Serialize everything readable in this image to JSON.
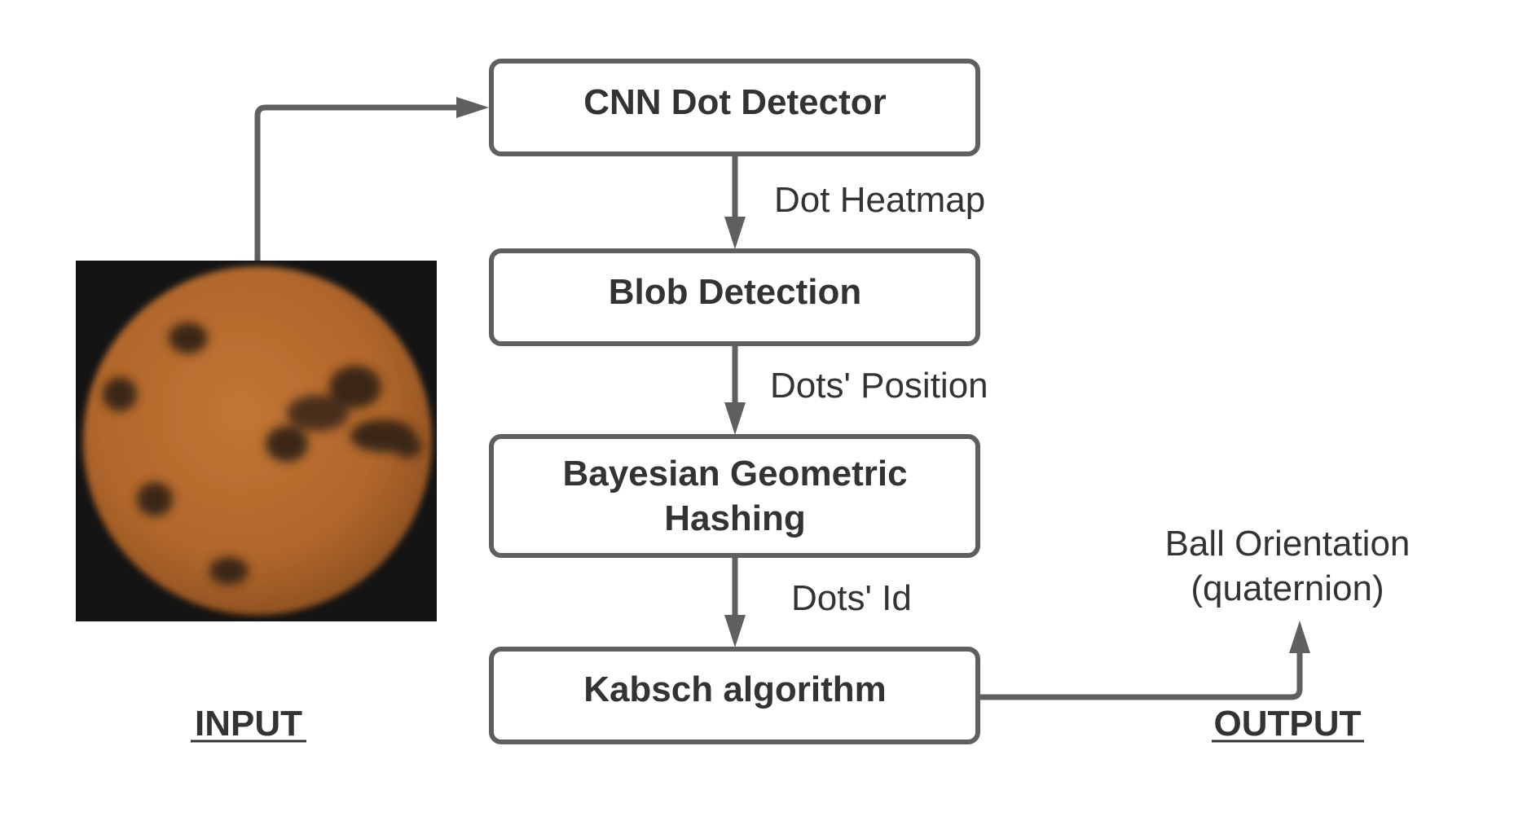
{
  "nodes": {
    "cnn": "CNN Dot Detector",
    "blob": "Blob Detection",
    "bayes_line1": "Bayesian Geometric",
    "bayes_line2": "Hashing",
    "kabsch": "Kabsch algorithm"
  },
  "edges": {
    "heatmap": "Dot Heatmap",
    "position": "Dots' Position",
    "id": "Dots' Id"
  },
  "input": {
    "label": "INPUT",
    "image": "orange-ball-with-dark-dots"
  },
  "output": {
    "label": "OUTPUT",
    "line1": "Ball Orientation",
    "line2": "(quaternion)"
  },
  "colors": {
    "stroke": "#5f5f5f",
    "text": "#333333",
    "ball": "#b86b2c",
    "ball_background": "#141414",
    "dot": "#3a2518"
  }
}
